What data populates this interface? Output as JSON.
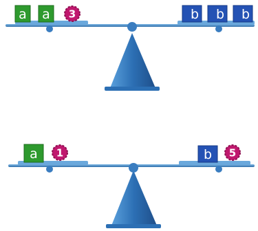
{
  "colors": {
    "block_a": "#2e9a2e",
    "block_b": "#2452b4",
    "badge": "#c0186e",
    "beam": "#3f86c6",
    "stand": "#2c6fb4"
  },
  "scales": [
    {
      "left": {
        "blocks": [
          "a",
          "a"
        ],
        "badge": "3"
      },
      "right": {
        "blocks": [
          "b",
          "b",
          "b"
        ],
        "badge": ""
      }
    },
    {
      "left": {
        "blocks": [
          "a"
        ],
        "badge": "1"
      },
      "right": {
        "blocks": [
          "b"
        ],
        "badge": "5"
      }
    }
  ]
}
